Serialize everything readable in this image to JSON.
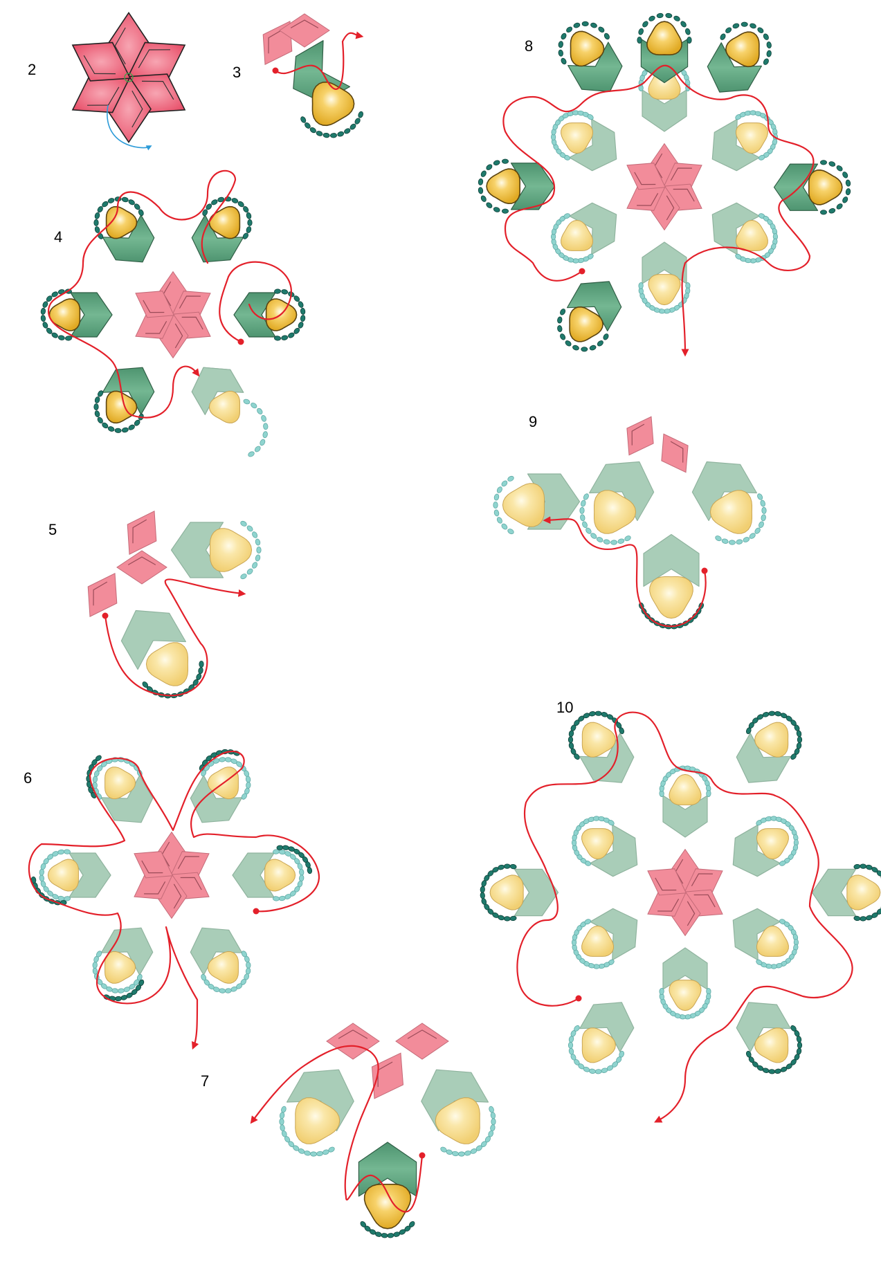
{
  "steps": [
    {
      "id": "2",
      "label": "2"
    },
    {
      "id": "3",
      "label": "3"
    },
    {
      "id": "4",
      "label": "4"
    },
    {
      "id": "5",
      "label": "5"
    },
    {
      "id": "6",
      "label": "6"
    },
    {
      "id": "7",
      "label": "7"
    },
    {
      "id": "8",
      "label": "8"
    },
    {
      "id": "9",
      "label": "9"
    },
    {
      "id": "10",
      "label": "10"
    }
  ],
  "colors": {
    "petal_bright": "#e8506a",
    "petal_light": "#f28c9a",
    "chevron_dark": "#5fa47f",
    "chevron_light": "#a9cdb8",
    "bead_gold_dark": "#e0a923",
    "bead_gold_light": "#f1cf72",
    "seed_dark": "#1f7a6c",
    "seed_light": "#8fd4cf",
    "thread": "#e3202a",
    "guide_blue": "#2c9bd8",
    "outline": "#3a3a3a"
  }
}
